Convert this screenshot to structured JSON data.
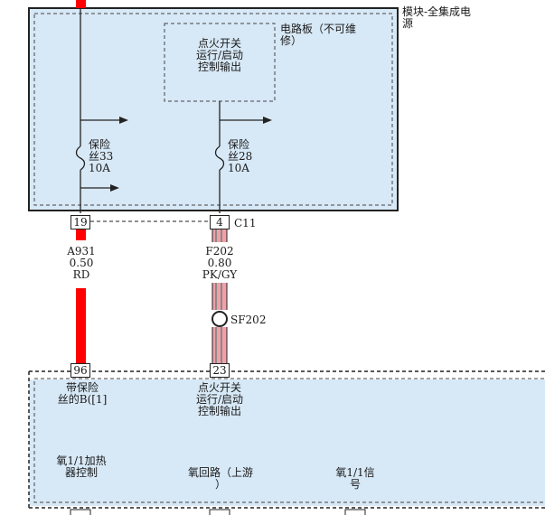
{
  "module": {
    "title_line1": "模块-全集成电",
    "title_line2": "源",
    "board_line1": "电路板（不可维",
    "board_line2": "修）"
  },
  "ignition_box": {
    "line1": "点火开关",
    "line2": "运行/启动",
    "line3": "控制输出"
  },
  "fuse_left": {
    "line1": "保险",
    "line2": "丝33",
    "line3": "10A"
  },
  "fuse_right": {
    "line1": "保险",
    "line2": "丝28",
    "line3": "10A"
  },
  "connector": {
    "name": "C11",
    "pin_left": "19",
    "pin_right": "4"
  },
  "wire_left": {
    "circuit": "A931",
    "gauge": "0.50",
    "color": "RD",
    "hex": "#ff0000"
  },
  "wire_right": {
    "circuit": "F202",
    "gauge": "0.80",
    "color": "PK/GY",
    "hex_pink": "#f0a0a8",
    "hex_gray": "#8a8a8a"
  },
  "splice": {
    "name": "SF202"
  },
  "lower_module": {
    "pin_left": "96",
    "pin_mid": "23",
    "label_left_line1": "带保险",
    "label_left_line2": "丝的B([1]",
    "label_mid_line1": "点火开关",
    "label_mid_line2": "运行/启动",
    "label_mid_line3": "控制输出",
    "sig1_line1": "氧1/1加热",
    "sig1_line2": "器控制",
    "sig2_line1": "氧回路（上游",
    "sig2_line2": "）",
    "sig3_line1": "氧1/1信",
    "sig3_line2": "号"
  },
  "colors": {
    "module_fill": "#d7e8f6",
    "border": "#222222"
  }
}
